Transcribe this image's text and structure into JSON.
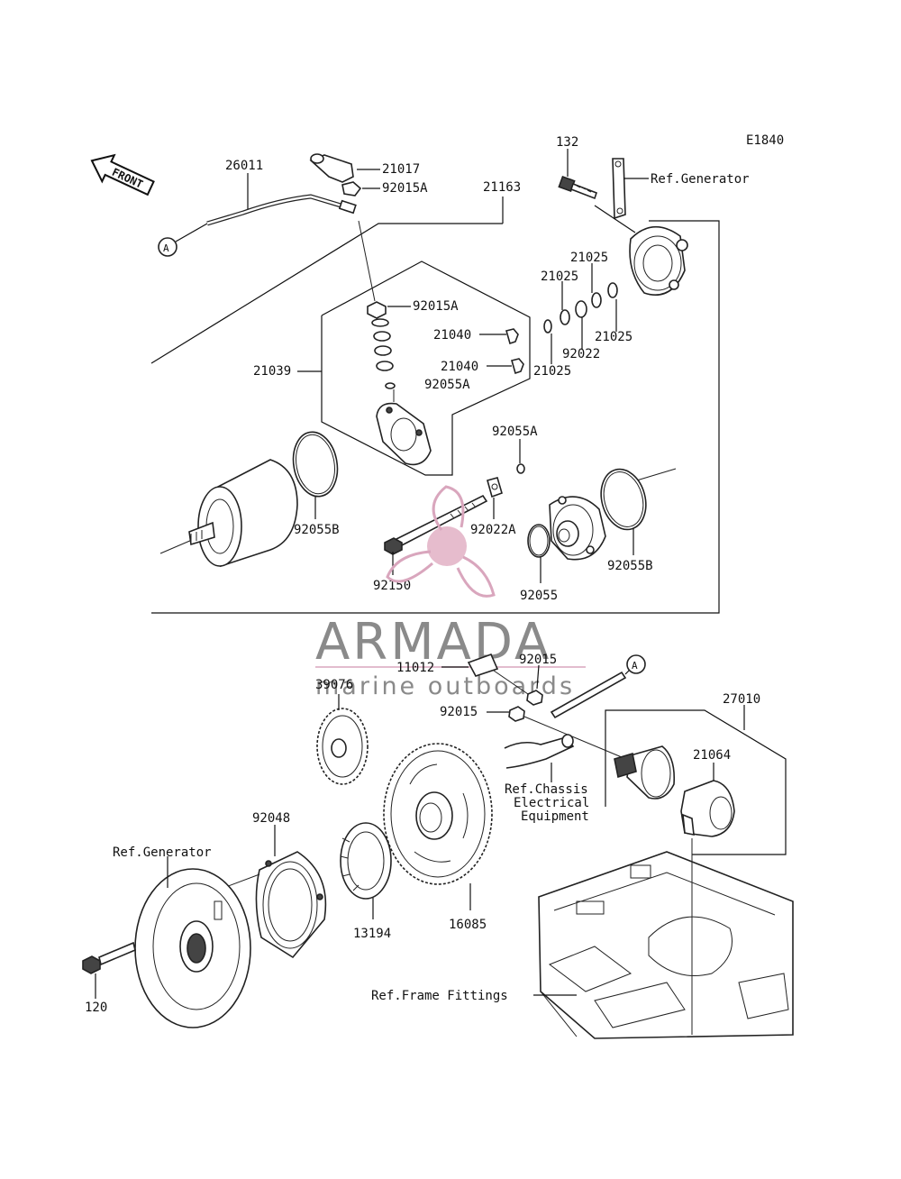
{
  "diagram_code": "E1840",
  "front_label": "FRONT",
  "connector_a": "A",
  "labels": {
    "p26011": "26011",
    "p21017": "21017",
    "p92015A_top": "92015A",
    "p21163": "21163",
    "p132": "132",
    "ref_generator_top": "Ref.Generator",
    "p21025_a": "21025",
    "p21025_b": "21025",
    "p21025_c": "21025",
    "p21025_d": "21025",
    "p92022": "92022",
    "p92015A_mid": "92015A",
    "p21040_a": "21040",
    "p21040_b": "21040",
    "p92055A_a": "92055A",
    "p92055A_b": "92055A",
    "p21039": "21039",
    "p92055B_a": "92055B",
    "p92055B_b": "92055B",
    "p92022A": "92022A",
    "p92150": "92150",
    "p92055": "92055",
    "p11012": "11012",
    "p92015_a": "92015",
    "p92015_b": "92015",
    "p39076": "39076",
    "p27010": "27010",
    "p21064": "21064",
    "ref_chassis_1": "Ref.Chassis",
    "ref_chassis_2": "Electrical",
    "ref_chassis_3": "Equipment",
    "p92048": "92048",
    "ref_generator_bottom": "Ref.Generator",
    "p13194": "13194",
    "p16085": "16085",
    "p120": "120",
    "ref_frame": "Ref.Frame Fittings"
  },
  "watermark": {
    "brand": "ARMADA",
    "tagline": "marine outboards",
    "color": "#d9a6bd",
    "text_color": "#8a8a8a"
  }
}
